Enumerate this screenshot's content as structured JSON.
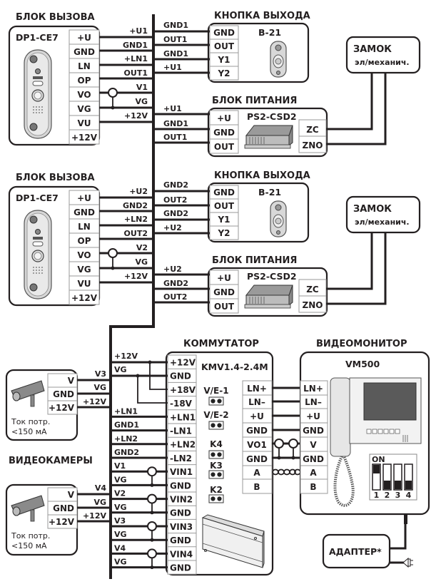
{
  "call_panel_1": {
    "title": "БЛОК ВЫЗОВА",
    "model": "DP1-CE7",
    "pins": [
      "+U",
      "GND",
      "LN",
      "OP",
      "VO",
      "VG",
      "VU",
      "+12V"
    ],
    "wire_labels": [
      "+U1",
      "GND1",
      "+LN1",
      "OUT1",
      "V1",
      "VG",
      "+12V"
    ]
  },
  "call_panel_2": {
    "title": "БЛОК ВЫЗОВА",
    "model": "DP1-CE7",
    "pins": [
      "+U",
      "GND",
      "LN",
      "OP",
      "VO",
      "VG",
      "VU",
      "+12V"
    ],
    "wire_labels": [
      "+U2",
      "GND2",
      "+LN2",
      "OUT2",
      "V2",
      "VG",
      "+12V"
    ]
  },
  "exit_button_1": {
    "title": "КНОПКА ВЫХОДА",
    "model": "B-21",
    "pins": [
      "GND",
      "OUT",
      "Y1",
      "Y2"
    ],
    "wire_labels": [
      "GND1",
      "OUT1",
      "GND1",
      "+U1"
    ]
  },
  "exit_button_2": {
    "title": "КНОПКА ВЫХОДА",
    "model": "B-21",
    "pins": [
      "GND",
      "OUT",
      "Y1",
      "Y2"
    ],
    "wire_labels": [
      "GND2",
      "OUT2",
      "GND2",
      "+U2"
    ]
  },
  "power_supply_1": {
    "title": "БЛОК ПИТАНИЯ",
    "model": "PS2-CSD2",
    "pins": [
      "+U",
      "GND",
      "OUT"
    ],
    "out_pins": [
      "ZC",
      "ZNO"
    ],
    "wire_labels": [
      "+U1",
      "GND1",
      "OUT1"
    ]
  },
  "power_supply_2": {
    "title": "БЛОК ПИТАНИЯ",
    "model": "PS2-CSD2",
    "pins": [
      "+U",
      "GND",
      "OUT"
    ],
    "out_pins": [
      "ZC",
      "ZNO"
    ],
    "wire_labels": [
      "+U2",
      "GND2",
      "OUT2"
    ]
  },
  "lock_1": {
    "title": "ЗАМОК",
    "subtitle": "эл/механич."
  },
  "lock_2": {
    "title": "ЗАМОК",
    "subtitle": "эл/механич."
  },
  "cameras": {
    "section_title": "ВИДЕОКАМЕРЫ",
    "camera_1": {
      "pins": [
        "V",
        "GND",
        "+12V"
      ],
      "wire_labels": [
        "V3",
        "VG",
        "+12V"
      ],
      "note_line1": "Ток потр.",
      "note_line2": "<150 мА"
    },
    "camera_2": {
      "pins": [
        "V",
        "GND",
        "+12V"
      ],
      "wire_labels": [
        "V4",
        "VG",
        "+12V"
      ],
      "note_line1": "Ток потр.",
      "note_line2": "<150 мА"
    }
  },
  "switch": {
    "title": "КОММУТАТОР",
    "model": "KMV1.4-2.4M",
    "left_pins": [
      "+12V",
      "GND",
      "+18V",
      "-18V",
      "+LN1",
      "-LN1",
      "+LN2",
      "-LN2",
      "VIN1",
      "GND",
      "VIN2",
      "GND",
      "VIN3",
      "GND",
      "VIN4",
      "GND"
    ],
    "left_wire_labels": [
      "+12V",
      "VG",
      "+LN1",
      "GND1",
      "+LN2",
      "GND2",
      "V1",
      "VG",
      "V2",
      "VG",
      "V3",
      "VG",
      "V4",
      "VG"
    ],
    "right_pins": [
      "LN+",
      "LN–",
      "+U",
      "GND",
      "VO1",
      "GND",
      "A",
      "B"
    ],
    "jumpers": [
      "V/E-1",
      "V/E-2",
      "K4",
      "K3",
      "K2"
    ]
  },
  "monitor": {
    "title": "ВИДЕОМОНИТОР",
    "model": "VM500",
    "pins": [
      "LN+",
      "LN–",
      "+U",
      "GND",
      "V",
      "GND",
      "A",
      "B"
    ],
    "dip_label": "ON",
    "dip_numbers": [
      "1",
      "2",
      "3",
      "4"
    ],
    "dip_states": [
      "on",
      "off",
      "off",
      "off"
    ]
  },
  "adapter": {
    "label": "АДАПТЕР*"
  }
}
